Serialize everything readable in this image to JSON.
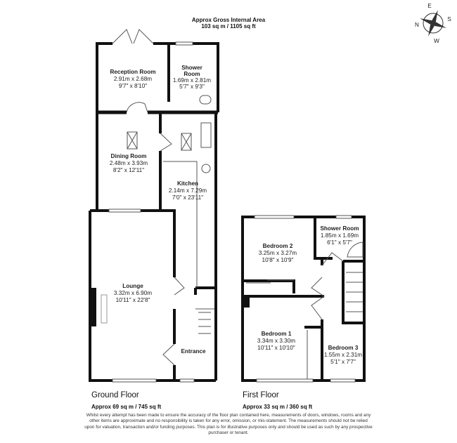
{
  "header": {
    "line1": "Approx Gross Internal Area",
    "line2": "103 sq m / 1105 sq ft"
  },
  "compass": {
    "labels": [
      "E",
      "S",
      "N",
      "W"
    ]
  },
  "ground_floor": {
    "name": "Ground Floor",
    "area": "Approx 69 sq m / 745 sq ft",
    "rooms": [
      {
        "name": "Reception Room",
        "metric": "2.91m x 2.68m",
        "imperial": "9'7\" x 8'10\""
      },
      {
        "name_1": "Shower",
        "name_2": "Room",
        "metric": "1.69m x 2.81m",
        "imperial": "5'7\" x 9'3\""
      },
      {
        "name": "Dining Room",
        "metric": "2.48m x 3.93m",
        "imperial": "8'2\" x 12'11\""
      },
      {
        "name": "Kitchen",
        "metric": "2.14m x 7.29m",
        "imperial": "7'0\" x 23'11\""
      },
      {
        "name": "Lounge",
        "metric": "3.32m x 6.90m",
        "imperial": "10'11\" x 22'8\""
      },
      {
        "name": "Entrance"
      }
    ]
  },
  "first_floor": {
    "name": "First Floor",
    "area": "Approx 33 sq m / 360 sq ft",
    "rooms": [
      {
        "name": "Bedroom 2",
        "metric": "3.25m x 3.27m",
        "imperial": "10'8\" x 10'9\""
      },
      {
        "name": "Shower Room",
        "metric": "1.85m x 1.69m",
        "imperial": "6'1\" x 5'7\""
      },
      {
        "name": "Bedroom 1",
        "metric": "3.34m x 3.30m",
        "imperial": "10'11\" x 10'10\""
      },
      {
        "name": "Bedroom 3",
        "metric": "1.55m x 2.31m",
        "imperial": "5'1\" x 7'7\""
      }
    ]
  },
  "disclaimer": "Whilst every attempt has been made to ensure the accuracy of the floor plan contained here, measurements of doors, windows, rooms and any other items are approximate and no responsibility is taken for any error, omission, or mis-statement. The measurements should not be relied upon for valuation, transaction and/or funding purposes. This plan is for illustrative purposes only and should be used as such by any prospective purchaser or tenant."
}
